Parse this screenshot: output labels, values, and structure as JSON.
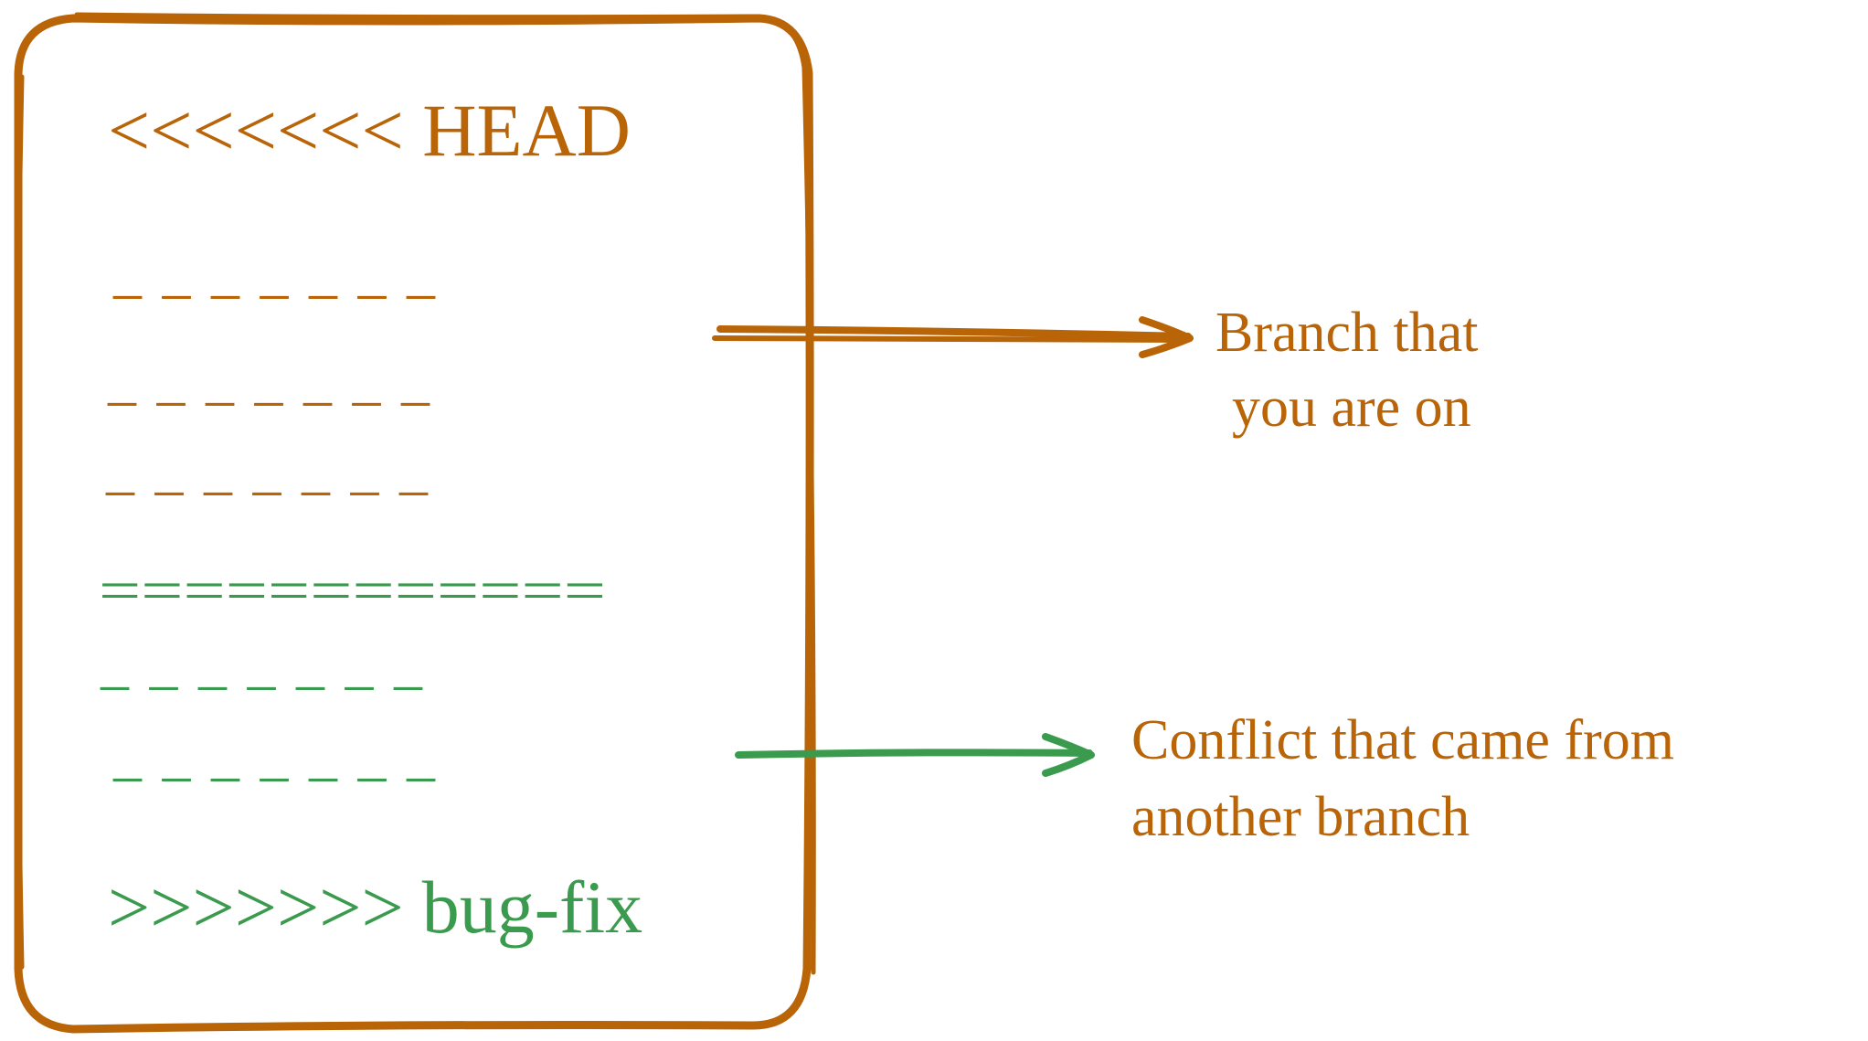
{
  "colors": {
    "brown": "#b86407",
    "green": "#3a9a4e"
  },
  "file_box": {
    "head_marker": "<<<<<<< HEAD",
    "current_lines": [
      "– – – – – – –",
      "– – – – – – –",
      "– – – – – – –"
    ],
    "separator": "============",
    "incoming_lines": [
      "– – – – – – –",
      "– – – – – – –"
    ],
    "incoming_marker": ">>>>>>>",
    "branch_name": "bug-fix"
  },
  "annotations": {
    "current_branch": [
      "Branch that",
      "you are on"
    ],
    "incoming_branch": [
      "Conflict that came from",
      "another branch"
    ]
  }
}
